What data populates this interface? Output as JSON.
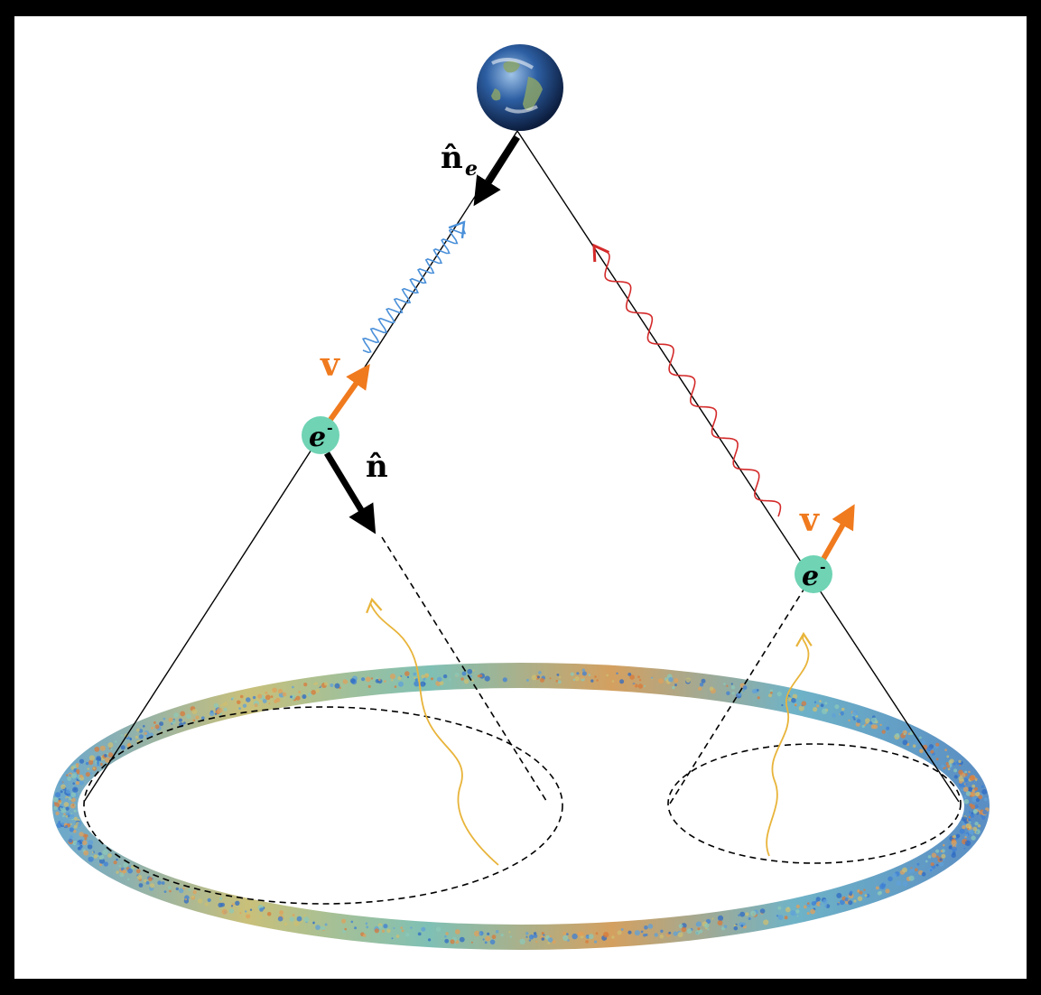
{
  "colors": {
    "background": "#000000",
    "panel": "#ffffff",
    "line": "#000000",
    "velocity": "#f07a1e",
    "electron": "#6fd3b4",
    "blue_wave": "#4a90d9",
    "red_wave": "#d42a2a",
    "cmb_wave": "#e8b43a",
    "cmb_ring_base": "#7fb9b0"
  },
  "labels": {
    "n_hat_e": "n̂",
    "n_hat_e_sub": "e",
    "n_hat": "n̂",
    "v_left": "v",
    "v_right": "v",
    "electron_left": "e",
    "electron_left_sup": "-",
    "electron_right": "e",
    "electron_right_sup": "-"
  },
  "icons": {
    "observer": "earth-globe-icon"
  }
}
